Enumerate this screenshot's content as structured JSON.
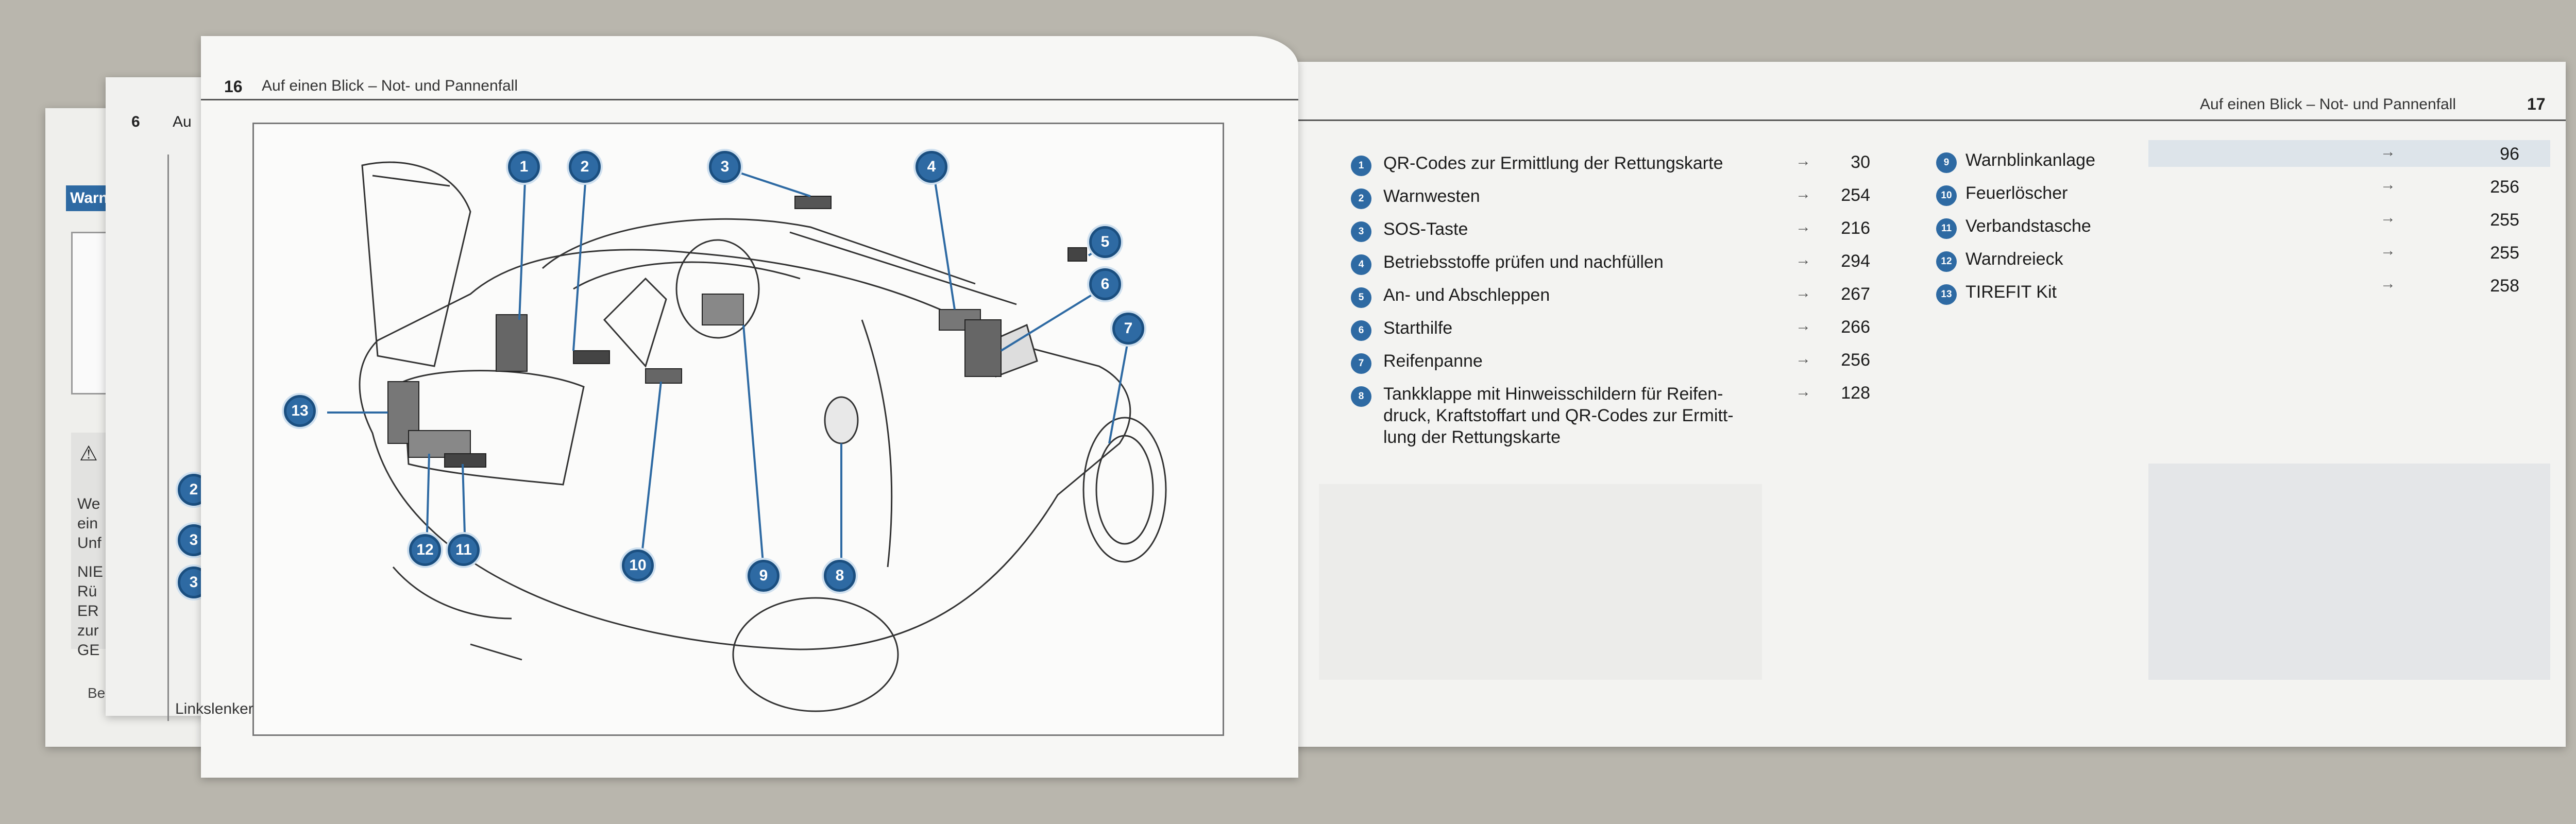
{
  "left_page": {
    "page_number": "16",
    "header_title": "Auf einen Blick – Not- und Pannenfall",
    "footer": "Linkslenker",
    "callouts": [
      "1",
      "2",
      "3",
      "4",
      "5",
      "6",
      "7",
      "8",
      "9",
      "10",
      "11",
      "12",
      "13"
    ]
  },
  "right_page": {
    "header_title": "Auf einen Blick – Not- und Pannenfall",
    "page_number": "17",
    "arrow": "→",
    "items_left": [
      {
        "num": "1",
        "label": "QR-Codes zur Ermittlung der Rettungskarte",
        "page": "30"
      },
      {
        "num": "2",
        "label": "Warnwesten",
        "page": "254"
      },
      {
        "num": "3",
        "label": "SOS-Taste",
        "page": "216"
      },
      {
        "num": "4",
        "label": "Betriebsstoffe prüfen und nachfüllen",
        "page": "294"
      },
      {
        "num": "5",
        "label": "An- und Abschleppen",
        "page": "267"
      },
      {
        "num": "6",
        "label": "Starthilfe",
        "page": "266"
      },
      {
        "num": "7",
        "label": "Reifenpanne",
        "page": "256"
      },
      {
        "num": "8",
        "label": "Tankklappe mit Hinweisschildern für Reifen-",
        "label2": "druck, Kraftstoffart und QR-Codes zur Ermitt-",
        "label3": "lung der Rettungskarte",
        "page": "128"
      }
    ],
    "items_right": [
      {
        "num": "9",
        "label": "Warnblinkanlage",
        "page": "96"
      },
      {
        "num": "10",
        "label": "Feuerlöscher",
        "page": "256"
      },
      {
        "num": "11",
        "label": "Verbandstasche",
        "page": "255"
      },
      {
        "num": "12",
        "label": "Warndreieck",
        "page": "255"
      },
      {
        "num": "13",
        "label": "TIREFIT Kit",
        "page": "258"
      }
    ]
  },
  "back_page_1": {
    "page_number": "6",
    "header_fragment": "Au",
    "callouts": [
      "2",
      "3",
      "3"
    ]
  },
  "back_page_2": {
    "tab_label": "Warn",
    "warning_lines": [
      "We",
      "ein",
      "Unf",
      "NIE",
      "Rü",
      "ER",
      "zur",
      "GE"
    ],
    "footer_fragment": "Bea"
  }
}
